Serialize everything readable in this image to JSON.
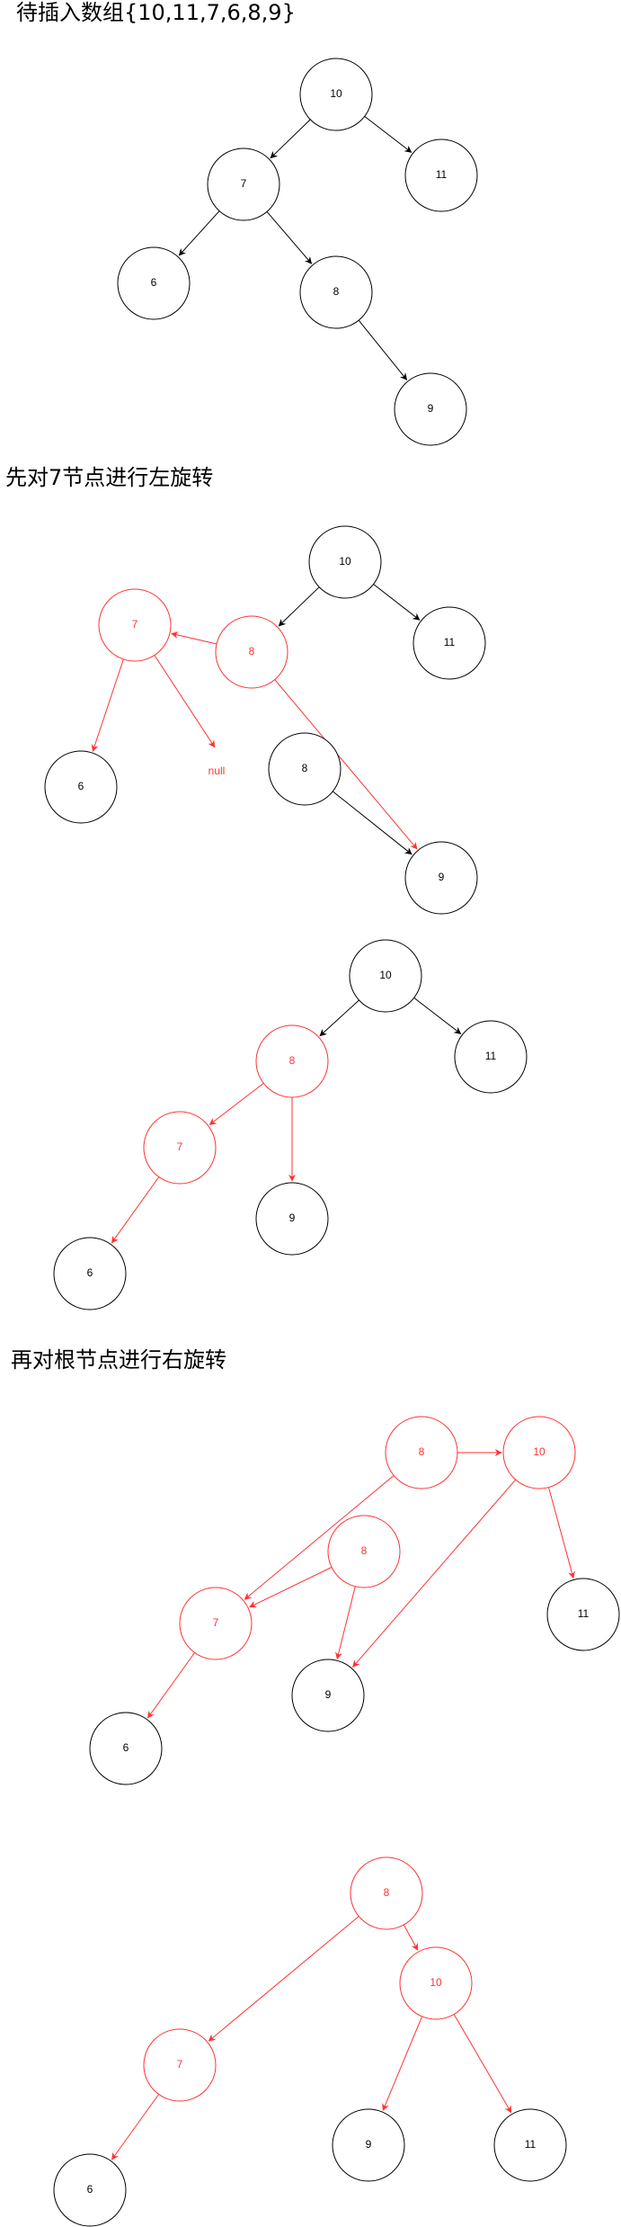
{
  "colors": {
    "black": "#000000",
    "red": "#ff3333"
  },
  "captions": {
    "insert_title": "待插入数组{10,11,7,6,8,9}",
    "left_rotate_title": "先对7节点进行左旋转",
    "right_rotate_title": "再对根节点进行右旋转"
  },
  "null_label": "null",
  "trees": [
    {
      "id": "initial-tree",
      "nodes": [
        {
          "id": "a10",
          "label": "10",
          "color": "black"
        },
        {
          "id": "a11",
          "label": "11",
          "color": "black"
        },
        {
          "id": "a7",
          "label": "7",
          "color": "black"
        },
        {
          "id": "a6",
          "label": "6",
          "color": "black"
        },
        {
          "id": "a8",
          "label": "8",
          "color": "black"
        },
        {
          "id": "a9",
          "label": "9",
          "color": "black"
        }
      ],
      "edges": [
        {
          "from": "a10",
          "to": "a7",
          "color": "black"
        },
        {
          "from": "a10",
          "to": "a11",
          "color": "black"
        },
        {
          "from": "a7",
          "to": "a6",
          "color": "black"
        },
        {
          "from": "a7",
          "to": "a8",
          "color": "black"
        },
        {
          "from": "a8",
          "to": "a9",
          "color": "black"
        }
      ]
    },
    {
      "id": "left-rotate-step",
      "nodes": [
        {
          "id": "b10",
          "label": "10",
          "color": "black"
        },
        {
          "id": "b11",
          "label": "11",
          "color": "black"
        },
        {
          "id": "b7",
          "label": "7",
          "color": "red"
        },
        {
          "id": "b8r",
          "label": "8",
          "color": "red"
        },
        {
          "id": "b6",
          "label": "6",
          "color": "black"
        },
        {
          "id": "b8",
          "label": "8",
          "color": "black"
        },
        {
          "id": "b9",
          "label": "9",
          "color": "black"
        }
      ],
      "edges": [
        {
          "from": "b10",
          "to": "b8r",
          "color": "black"
        },
        {
          "from": "b10",
          "to": "b11",
          "color": "black"
        },
        {
          "from": "b8r",
          "to": "b7",
          "color": "red"
        },
        {
          "from": "b7",
          "to": "b6",
          "color": "red"
        },
        {
          "from": "b7",
          "to": "null",
          "color": "red"
        },
        {
          "from": "b8r",
          "to": "b9",
          "color": "red"
        },
        {
          "from": "b8",
          "to": "b9",
          "color": "black"
        }
      ]
    },
    {
      "id": "left-rotate-result",
      "nodes": [
        {
          "id": "c10",
          "label": "10",
          "color": "black"
        },
        {
          "id": "c11",
          "label": "11",
          "color": "black"
        },
        {
          "id": "c8",
          "label": "8",
          "color": "red"
        },
        {
          "id": "c7",
          "label": "7",
          "color": "red"
        },
        {
          "id": "c9",
          "label": "9",
          "color": "black"
        },
        {
          "id": "c6",
          "label": "6",
          "color": "black"
        }
      ],
      "edges": [
        {
          "from": "c10",
          "to": "c8",
          "color": "black"
        },
        {
          "from": "c10",
          "to": "c11",
          "color": "black"
        },
        {
          "from": "c8",
          "to": "c7",
          "color": "red"
        },
        {
          "from": "c8",
          "to": "c9",
          "color": "red"
        },
        {
          "from": "c7",
          "to": "c6",
          "color": "red"
        }
      ]
    },
    {
      "id": "right-rotate-step",
      "nodes": [
        {
          "id": "d8top",
          "label": "8",
          "color": "red"
        },
        {
          "id": "d10",
          "label": "10",
          "color": "red"
        },
        {
          "id": "d8",
          "label": "8",
          "color": "red"
        },
        {
          "id": "d7",
          "label": "7",
          "color": "red"
        },
        {
          "id": "d11",
          "label": "11",
          "color": "black"
        },
        {
          "id": "d9",
          "label": "9",
          "color": "black"
        },
        {
          "id": "d6",
          "label": "6",
          "color": "black"
        }
      ],
      "edges": [
        {
          "from": "d8top",
          "to": "d10",
          "color": "red"
        },
        {
          "from": "d8top",
          "to": "d7",
          "color": "red"
        },
        {
          "from": "d8",
          "to": "d7",
          "color": "red"
        },
        {
          "from": "d8",
          "to": "d9",
          "color": "red"
        },
        {
          "from": "d10",
          "to": "d9",
          "color": "red"
        },
        {
          "from": "d10",
          "to": "d11",
          "color": "red"
        },
        {
          "from": "d7",
          "to": "d6",
          "color": "red"
        }
      ]
    },
    {
      "id": "final-tree",
      "nodes": [
        {
          "id": "e8",
          "label": "8",
          "color": "red"
        },
        {
          "id": "e10",
          "label": "10",
          "color": "red"
        },
        {
          "id": "e7",
          "label": "7",
          "color": "red"
        },
        {
          "id": "e9",
          "label": "9",
          "color": "black"
        },
        {
          "id": "e11",
          "label": "11",
          "color": "black"
        },
        {
          "id": "e6",
          "label": "6",
          "color": "black"
        }
      ],
      "edges": [
        {
          "from": "e8",
          "to": "e10",
          "color": "red"
        },
        {
          "from": "e8",
          "to": "e7",
          "color": "red"
        },
        {
          "from": "e10",
          "to": "e9",
          "color": "red"
        },
        {
          "from": "e10",
          "to": "e11",
          "color": "red"
        },
        {
          "from": "e7",
          "to": "e6",
          "color": "red"
        }
      ]
    }
  ]
}
